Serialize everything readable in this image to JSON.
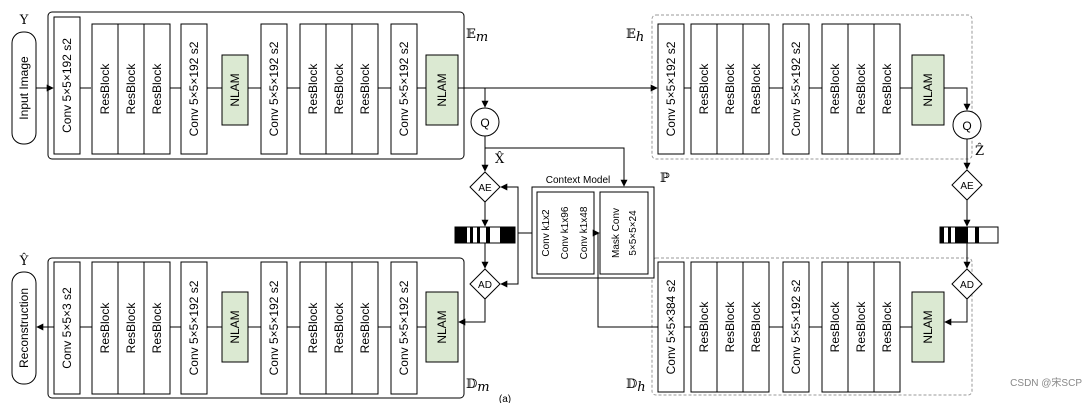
{
  "labels": {
    "input_y": "Y",
    "input_image": "Input Image",
    "output_y": "Ŷ",
    "reconstruction": "Reconstruction",
    "quantizer": "Q",
    "ae": "AE",
    "ad": "AD",
    "x_hat": "X̂",
    "z_hat": "Ẑ",
    "context_model": "Context Model",
    "p_symbol": "ℙ",
    "em_main": "𝔼",
    "em_sub": "m",
    "eh_main": "𝔼",
    "eh_sub": "h",
    "dm_main": "𝔻",
    "dm_sub": "m",
    "dh_main": "𝔻",
    "dh_sub": "h",
    "bottom_caption": "(a)",
    "watermark": "CSDN @宋SCP"
  },
  "blocks": {
    "conv_552_s2": "Conv 5×5×192 s2",
    "resblock": "ResBlock",
    "nlam": "NLAM",
    "conv_553_s2": "Conv 5×5×3 s2",
    "conv_55384_s2": "Conv 5×5×384 s2",
    "conv_k1x2": "Conv k1x2",
    "conv_k1x96": "Conv k1x96",
    "conv_k1x48": "Conv k1x48",
    "mask_conv_1": "Mask Conv",
    "mask_conv_2": "5×5×5×24"
  },
  "colors": {
    "nlam_fill": "#dbe9d2",
    "panel_dash": "#9a9a9a"
  }
}
